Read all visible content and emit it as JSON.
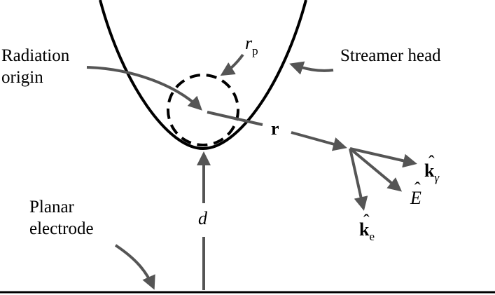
{
  "labels": {
    "radiation_origin_line1": "Radiation",
    "radiation_origin_line2": "origin",
    "streamer_head": "Streamer head",
    "planar_electrode_line1": "Planar",
    "planar_electrode_line2": "electrode",
    "r_p": "r",
    "r_p_sub": "p",
    "r_vector": "r",
    "d": "d",
    "k_gamma": "k",
    "k_gamma_hat": "ˆ",
    "k_gamma_sub": "γ",
    "e_hat_field": "E",
    "e_hat_mark": "ˆ",
    "k_e": "k",
    "k_e_hat": "ˆ",
    "k_e_sub": "e"
  },
  "colors": {
    "stroke_black": "#000000",
    "arrow_gray": "#555555"
  }
}
